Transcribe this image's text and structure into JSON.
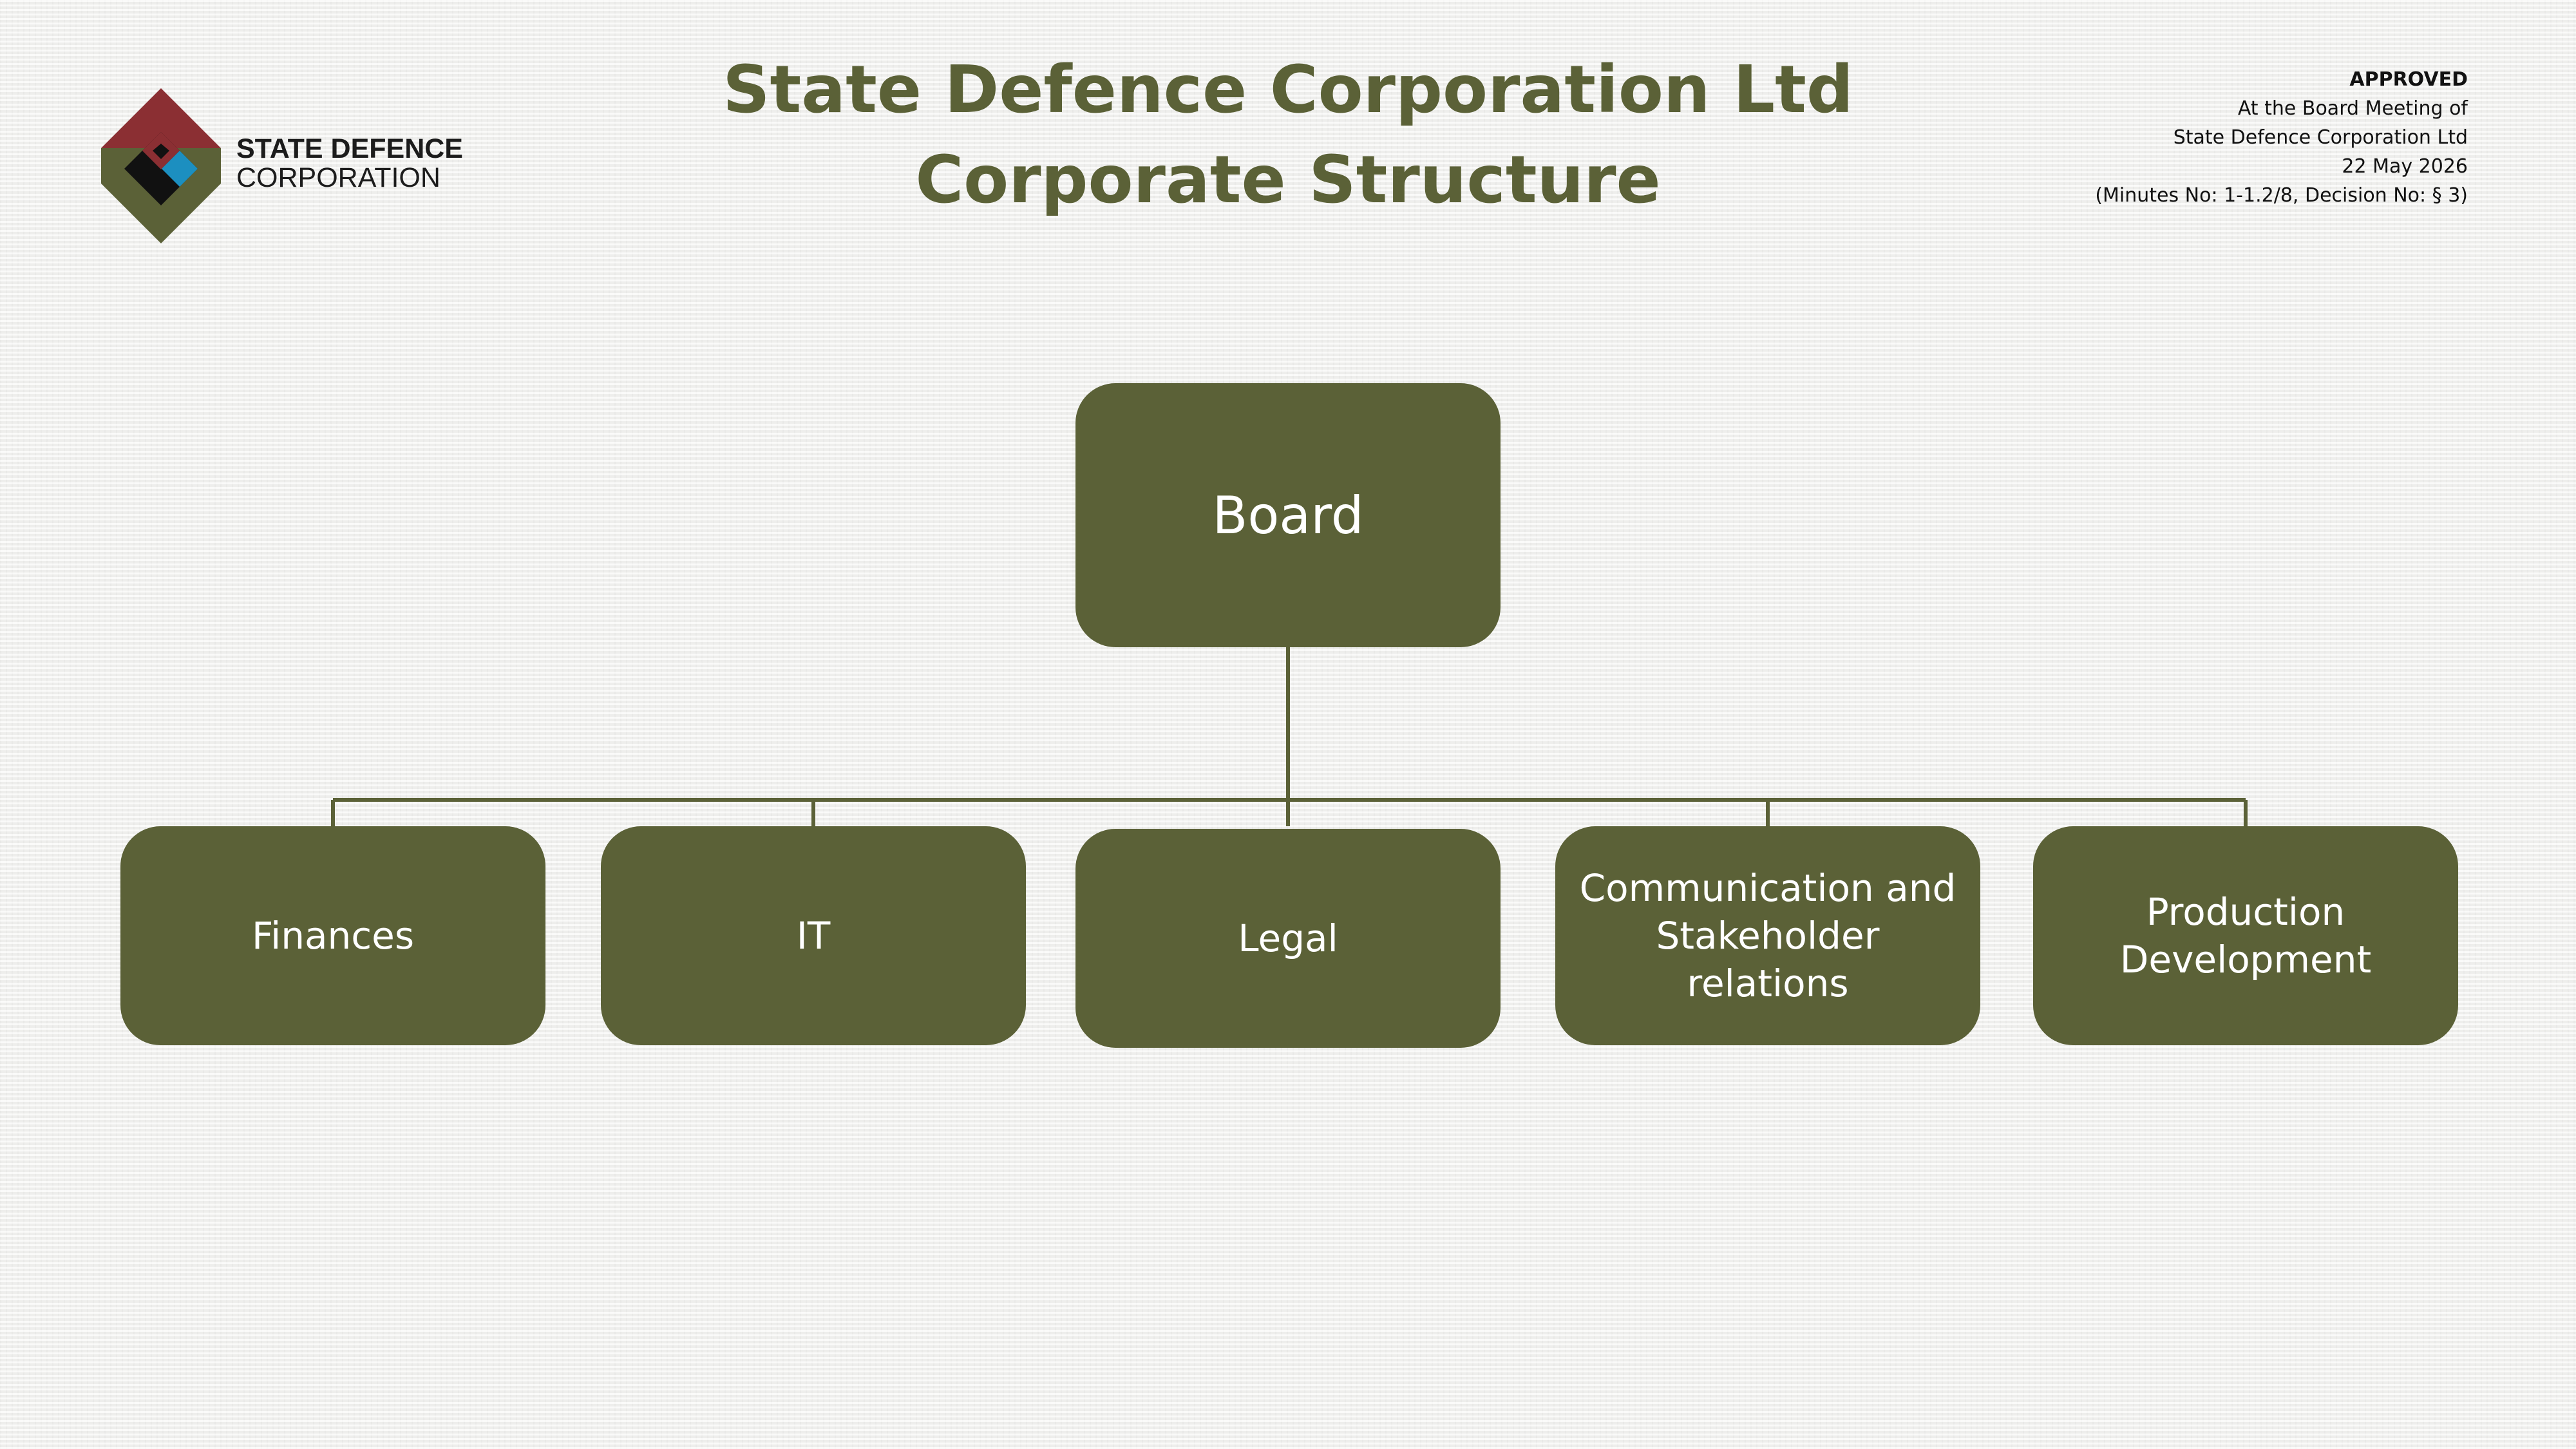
{
  "logo": {
    "line1": "STATE DEFENCE",
    "line2": "CORPORATION"
  },
  "title": {
    "line1": "State Defence Corporation Ltd",
    "line2": "Corporate Structure"
  },
  "approval": {
    "heading": "APPROVED",
    "line1": "At the Board Meeting of",
    "line2": "State Defence Corporation Ltd",
    "date": "22 May 2026",
    "minutes": "(Minutes No: 1-1.2/8, Decision No: § 3)"
  },
  "org": {
    "root": "Board",
    "departments": [
      "Finances",
      "IT",
      "Legal",
      "Communication and Stakeholder relations",
      "Production Development"
    ]
  },
  "colors": {
    "box_fill": "#5b6137",
    "title": "#5b6137",
    "logo_red": "#8b2f33",
    "logo_olive": "#5b6137",
    "logo_blue": "#1c8fc0",
    "logo_black": "#111111"
  }
}
